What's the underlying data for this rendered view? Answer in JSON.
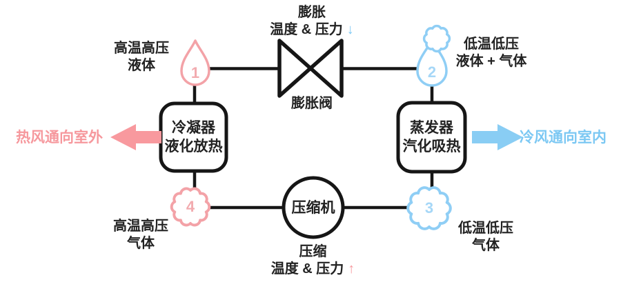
{
  "colors": {
    "line": "#161616",
    "pink_shape": "#F3A2A7",
    "pink_arrow": "#F8999E",
    "pink_text": "#F6989D",
    "blue_shape": "#8FCEF5",
    "blue_arrow": "#89CDF4",
    "blue_text": "#7CC8F3"
  },
  "nodes": {
    "state1": {
      "number": "1",
      "line1": "高温高压",
      "line2": "液体"
    },
    "state2": {
      "number": "2",
      "line1": "低温低压",
      "line2": "液体 + 气体"
    },
    "state3": {
      "number": "3",
      "line1": "低温低压",
      "line2": "气体"
    },
    "state4": {
      "number": "4",
      "line1": "高温高压",
      "line2": "气体"
    },
    "condenser": {
      "line1": "冷凝器",
      "line2": "液化放热"
    },
    "evaporator": {
      "line1": "蒸发器",
      "line2": "汽化吸热"
    },
    "compressor": {
      "label": "压缩机"
    },
    "expansion_valve": {
      "label": "膨胀阀"
    }
  },
  "processes": {
    "expansion": {
      "line1": "膨胀",
      "line2": "温度 & 压力",
      "direction": "↓"
    },
    "compression": {
      "line1": "压缩",
      "line2": "温度 & 压力",
      "direction": "↑"
    }
  },
  "flows": {
    "hot_air": "热风通向室外",
    "cold_air": "冷风通向室内"
  }
}
